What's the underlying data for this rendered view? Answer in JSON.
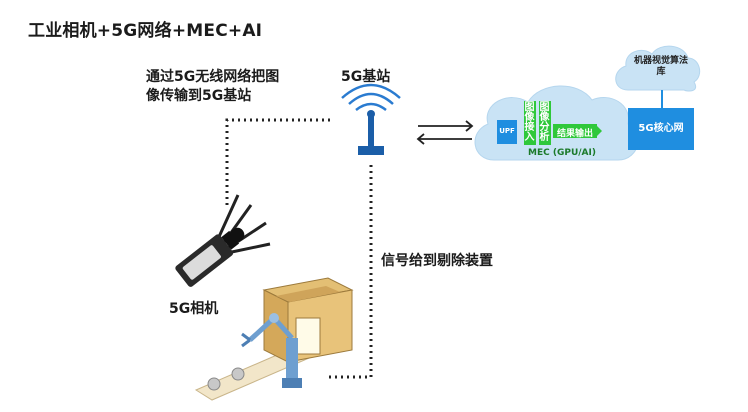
{
  "title": "工业相机+5G网络+MEC+AI",
  "notes": {
    "transmit": "通过5G无线网络把图像传输到5G基站",
    "signal": "信号给到剔除装置"
  },
  "labels": {
    "base_station": "5G基站",
    "camera": "5G相机",
    "core_network": "5G核心网",
    "algorithm_library": "机器视觉算法库",
    "upf": "UPF",
    "image_access": "图像接入",
    "image_analysis": "图像分析",
    "result_output": "结果输出",
    "mec": "MEC (GPU/AI)"
  },
  "colors": {
    "cloud": "#c9e3f5",
    "blue_box": "#1f8ee0",
    "green_box": "#2fc83a",
    "tower": "#1b5ea8",
    "dots": "#222222"
  }
}
